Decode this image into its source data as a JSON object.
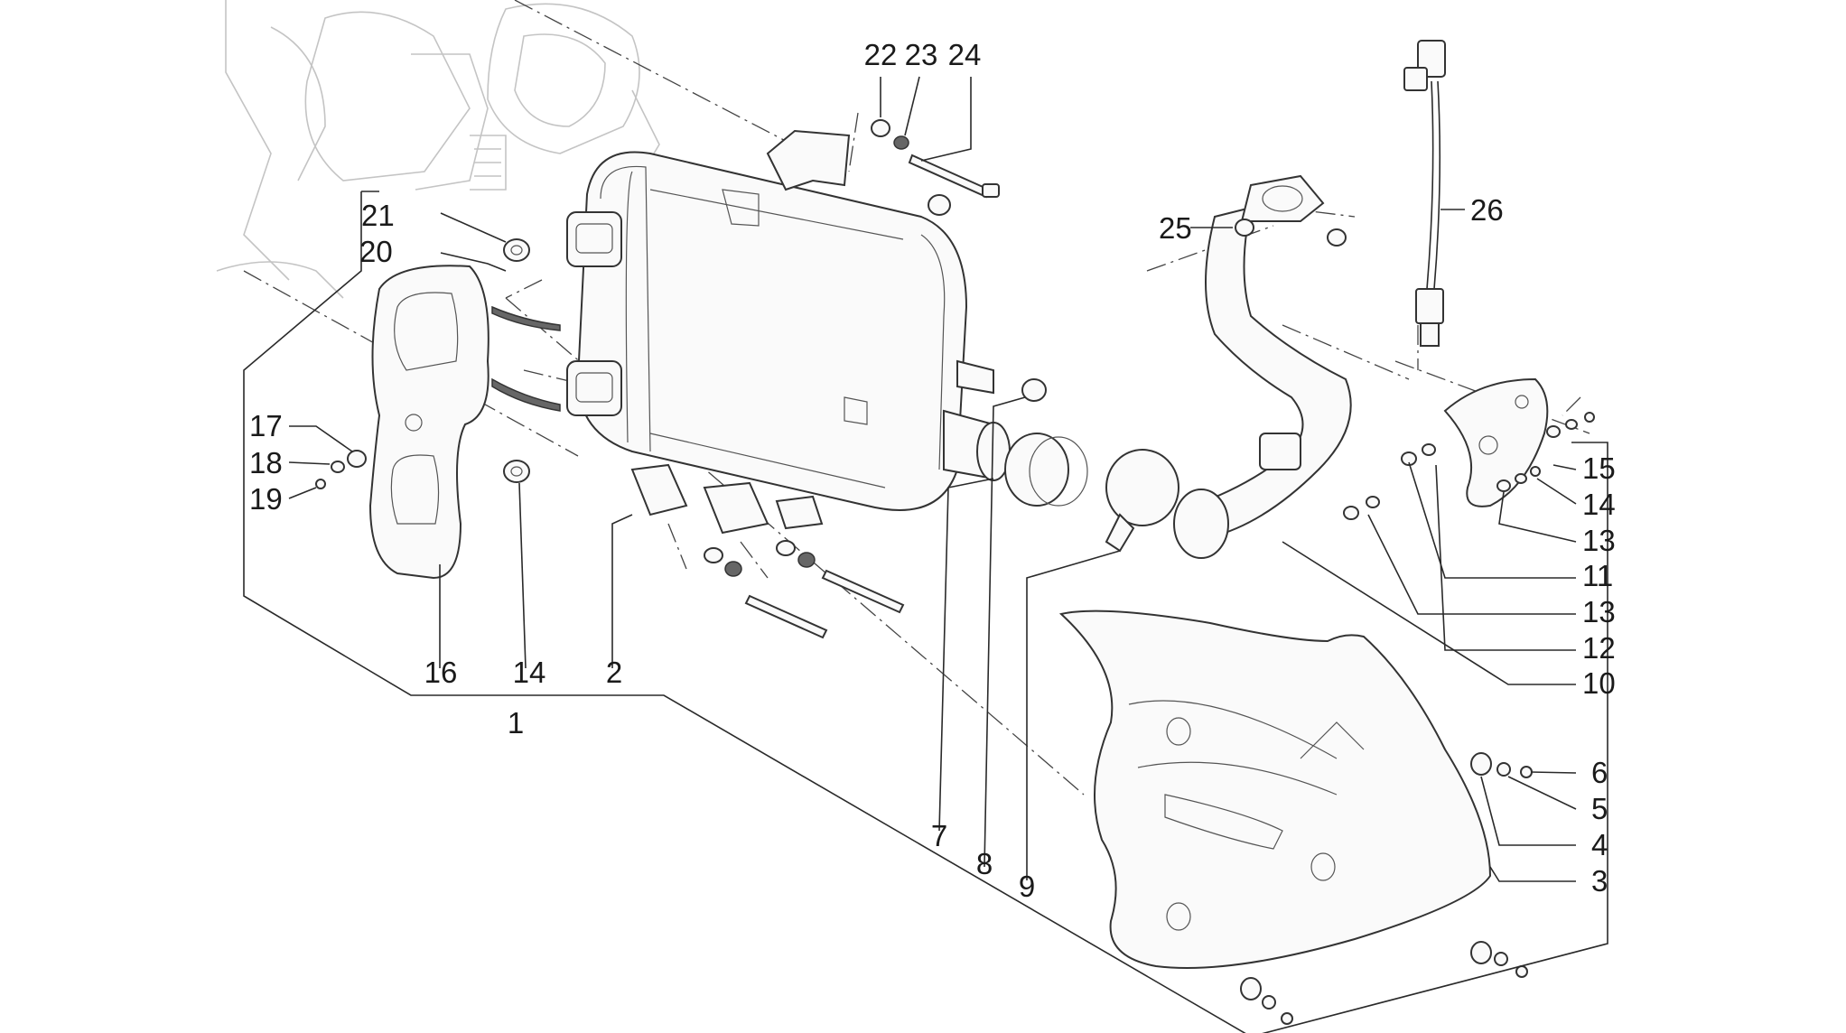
{
  "diagram": {
    "labels": {
      "p1": "1",
      "p2": "2",
      "p3": "3",
      "p4": "4",
      "p5": "5",
      "p6": "6",
      "p7": "7",
      "p8": "8",
      "p9": "9",
      "p10": "10",
      "p11": "11",
      "p12": "12",
      "p13a": "13",
      "p13b": "13",
      "p14a": "14",
      "p14b": "14",
      "p15": "15",
      "p16": "16",
      "p17": "17",
      "p18": "18",
      "p19": "19",
      "p20": "20",
      "p21": "21",
      "p22": "22",
      "p23": "23",
      "p24": "24",
      "p25": "25",
      "p26": "26"
    }
  }
}
